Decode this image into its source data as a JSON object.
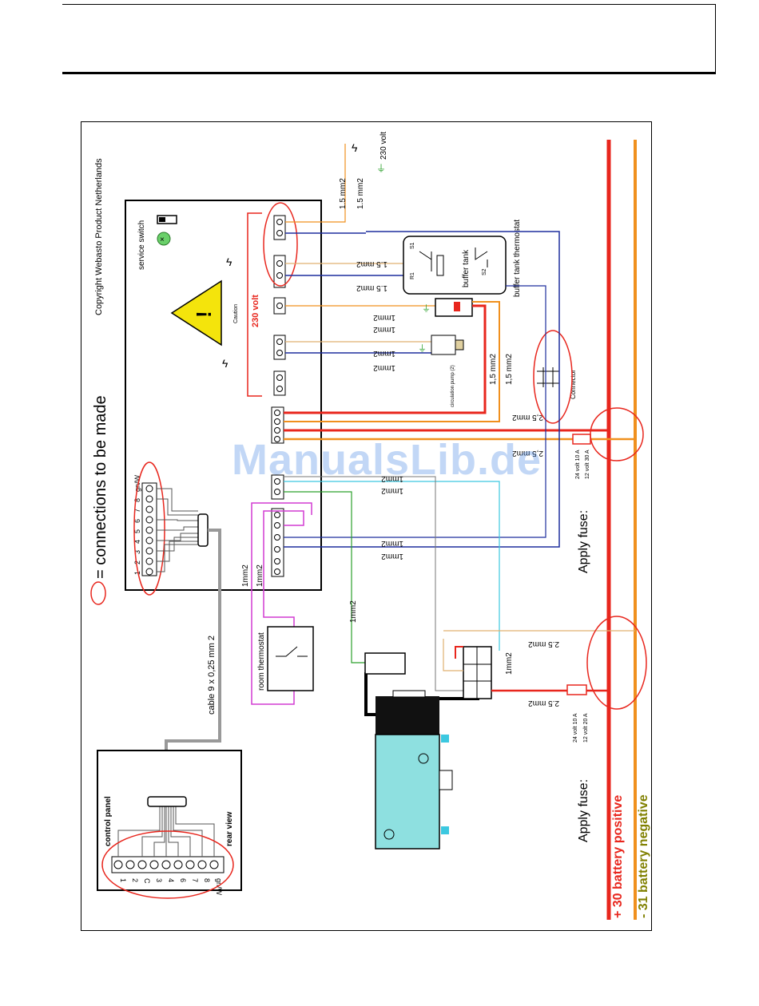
{
  "copyright": "Copyright Webasto Product Netherlands",
  "legend_text": "= connections to be made",
  "service_switch_label": "service switch",
  "caution_label": "Caution",
  "volt_230_box": "230 volt",
  "volt_230_top": "230 volt",
  "wire_1_5mm2": "1.5 mm2",
  "wire_1_5mm2_b": "1,5 mm2",
  "wire_1mm2": "1mm2",
  "wire_2_5mm2": "2,5 mm2",
  "wire_2_5mm2_b": "2.5 mm2",
  "connector_label": "Connector",
  "circulation_pump_label": "circulation pump (2)",
  "buffer_tank_label": "buffer tank",
  "buffer_tank_thermostat": "buffer tank thermostat",
  "s1_label": "S1",
  "r1_label": "R1",
  "s2_label": "S2",
  "room_thermostat_label": "room thermostat",
  "cable_label": "cable 9 x 0,25 mm 2",
  "terminal_numbers": [
    "1",
    "2",
    "3",
    "4",
    "5",
    "6",
    "7",
    "8",
    "gn/W"
  ],
  "panel_terminal_labels": [
    "1",
    "2",
    "C",
    "3",
    "4",
    "6",
    "7",
    "8",
    "gn/W"
  ],
  "control_panel_label": "control panel",
  "rear_view_label": "rear view",
  "apply_fuse_label": "Apply fuse:",
  "fuse_spec_24": "24 volt 10 A",
  "fuse_spec_12": "12 volt 20 A",
  "fuse_spec_12_b": "12 volt 30 A",
  "battery_positive": "+ 30 battery positive",
  "battery_negative": "- 31 battery negative",
  "watermark": "ManualsLib.de",
  "colors": {
    "positive": "#e8261d",
    "negative": "#f0901e",
    "blue": "#1f2f9e",
    "cyan": "#3cc8e0",
    "green": "#2ca02c",
    "magenta": "#d23cd2",
    "tan": "#e0b070",
    "heater_body": "#8ee0e0",
    "warning": "#f4e40c"
  }
}
